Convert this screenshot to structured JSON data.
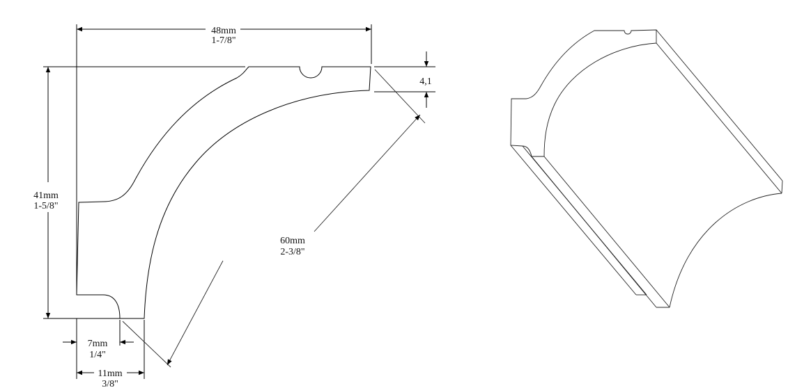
{
  "dimensions": {
    "width": {
      "mm": "48mm",
      "inch": "1-7/8\""
    },
    "height": {
      "mm": "41mm",
      "inch": "1-5/8\""
    },
    "thickness": {
      "value": "4,1"
    },
    "diagonal": {
      "mm": "60mm",
      "inch": "2-3/8\""
    },
    "foot_inner": {
      "mm": "7mm",
      "inch": "1/4\""
    },
    "foot_outer": {
      "mm": "11mm",
      "inch": "3/8\""
    }
  },
  "colors": {
    "line": "#000000",
    "background": "#ffffff"
  }
}
